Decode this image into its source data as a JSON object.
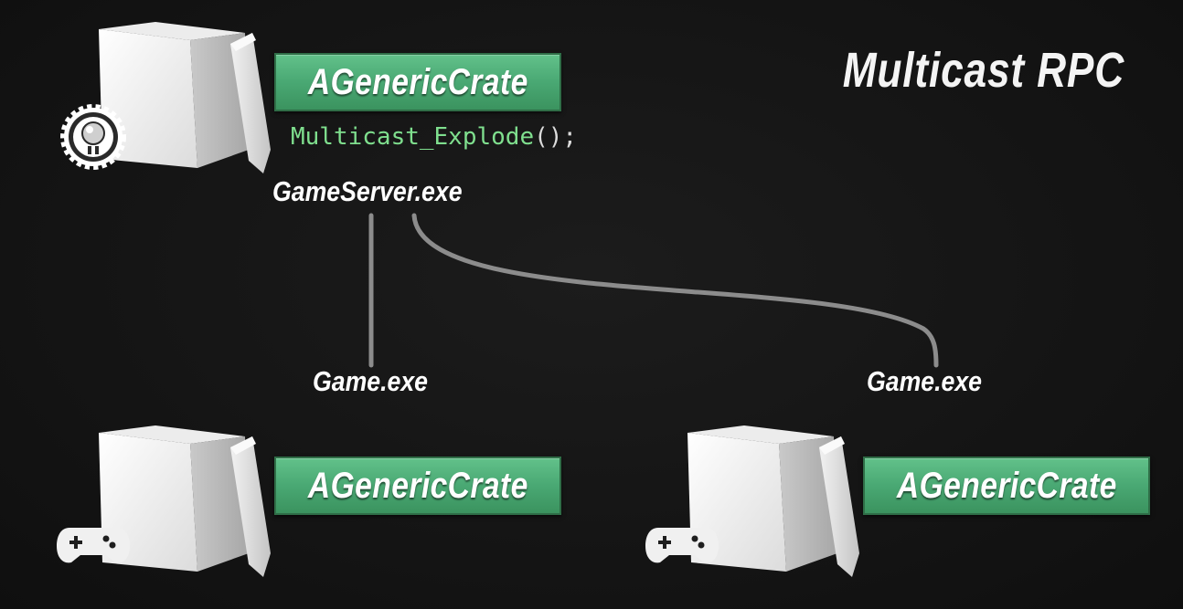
{
  "title": "Multicast RPC",
  "server": {
    "class_name": "AGenericCrate",
    "code_function": "Multicast_Explode",
    "code_suffix": "();",
    "process_label": "GameServer.exe",
    "icon": "server-gear-icon"
  },
  "clients": [
    {
      "process_label": "Game.exe",
      "class_name": "AGenericCrate",
      "icon": "gamepad-icon"
    },
    {
      "process_label": "Game.exe",
      "class_name": "AGenericCrate",
      "icon": "gamepad-icon"
    }
  ],
  "colors": {
    "background": "#141414",
    "badge": "#4aa974",
    "code_function": "#7fdf8e",
    "link": "#8c8c8c"
  }
}
